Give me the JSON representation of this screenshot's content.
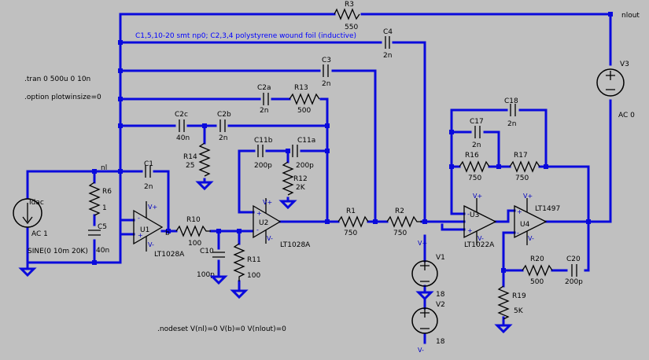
{
  "colors": {
    "background": "#c0c0c0",
    "wire": "#0a0adc",
    "component": "#000000",
    "comment": "#0000ff"
  },
  "comment": "C1,5,10-20 smt np0; C2,3,4 polystyrene wound foil (inductive)",
  "directives": {
    "tran": ".tran 0 500u 0 10n",
    "option": ".option plotwinsize=0",
    "nodeset": ".nodeset V(nl)=0 V(b)=0 V(nlout)=0"
  },
  "nets": {
    "nl": "nl",
    "nlout": "nlout",
    "b": "b"
  },
  "components": {
    "R3": {
      "ref": "R3",
      "value": "550"
    },
    "C4": {
      "ref": "C4",
      "value": "2n"
    },
    "C3": {
      "ref": "C3",
      "value": "2n"
    },
    "C2a": {
      "ref": "C2a",
      "value": "2n"
    },
    "R13": {
      "ref": "R13",
      "value": "500"
    },
    "C2c": {
      "ref": "C2c",
      "value": "40n"
    },
    "C2b": {
      "ref": "C2b",
      "value": "2n"
    },
    "R14": {
      "ref": "R14",
      "value": "25"
    },
    "C11b": {
      "ref": "C11b",
      "value": "200p"
    },
    "C11a": {
      "ref": "C11a",
      "value": "200p"
    },
    "R12": {
      "ref": "R12",
      "value": "2K"
    },
    "C1": {
      "ref": "C1",
      "value": "2n"
    },
    "R6": {
      "ref": "R6",
      "value": "1"
    },
    "C5": {
      "ref": "C5",
      "value": "40n"
    },
    "Idac": {
      "ref": "Idac",
      "ac": "AC 1",
      "sine": "SINE(0 10m 20K)"
    },
    "U1": {
      "ref": "U1",
      "model": "LT1028A"
    },
    "R10": {
      "ref": "R10",
      "value": "100"
    },
    "C10": {
      "ref": "C10",
      "value": "100p"
    },
    "U2": {
      "ref": "U2",
      "model": "LT1028A"
    },
    "R11": {
      "ref": "R11",
      "value": "100"
    },
    "R1": {
      "ref": "R1",
      "value": "750"
    },
    "R2": {
      "ref": "R2",
      "value": "750"
    },
    "V1": {
      "ref": "V1",
      "value": "18"
    },
    "V2": {
      "ref": "V2",
      "value": "18"
    },
    "C17": {
      "ref": "C17",
      "value": "2n"
    },
    "C18": {
      "ref": "C18",
      "value": "2n"
    },
    "R16": {
      "ref": "R16",
      "value": "750"
    },
    "R17": {
      "ref": "R17",
      "value": "750"
    },
    "U3": {
      "ref": "U3",
      "model": "LT1022A"
    },
    "U4": {
      "ref": "U4",
      "model": "LT1497"
    },
    "R20": {
      "ref": "R20",
      "value": "500"
    },
    "C20": {
      "ref": "C20",
      "value": "200p"
    },
    "R19": {
      "ref": "R19",
      "value": "5K"
    },
    "V3": {
      "ref": "V3",
      "ac": "AC 0"
    }
  },
  "pins": {
    "vplus": "V+",
    "vminus": "V-",
    "plus": "+",
    "minus": "-"
  }
}
